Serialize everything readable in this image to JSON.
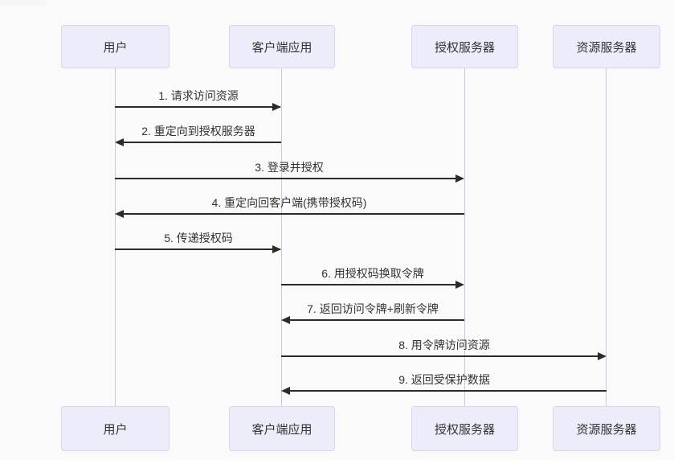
{
  "theme": {
    "background": "#fafafa",
    "actor_fill": "#ececfa",
    "actor_border": "#d6d6e8",
    "lifeline_color": "#c9c9de",
    "arrow_color": "#2b2b2b",
    "text_color": "#333333"
  },
  "diagram_type": "sequence",
  "actors": [
    {
      "label": "用户"
    },
    {
      "label": "客户端应用"
    },
    {
      "label": "授权服务器"
    },
    {
      "label": "资源服务器"
    }
  ],
  "messages": [
    {
      "label": "1. 请求访问资源",
      "from": "用户",
      "to": "客户端应用",
      "direction": "right"
    },
    {
      "label": "2. 重定向到授权服务器",
      "from": "客户端应用",
      "to": "用户",
      "direction": "left"
    },
    {
      "label": "3. 登录并授权",
      "from": "用户",
      "to": "授权服务器",
      "direction": "right"
    },
    {
      "label": "4. 重定向回客户端(携带授权码)",
      "from": "授权服务器",
      "to": "用户",
      "direction": "left"
    },
    {
      "label": "5. 传递授权码",
      "from": "用户",
      "to": "客户端应用",
      "direction": "right"
    },
    {
      "label": "6. 用授权码换取令牌",
      "from": "客户端应用",
      "to": "授权服务器",
      "direction": "right"
    },
    {
      "label": "7. 返回访问令牌+刷新令牌",
      "from": "授权服务器",
      "to": "客户端应用",
      "direction": "left"
    },
    {
      "label": "8. 用令牌访问资源",
      "from": "客户端应用",
      "to": "资源服务器",
      "direction": "right"
    },
    {
      "label": "9. 返回受保护数据",
      "from": "资源服务器",
      "to": "客户端应用",
      "direction": "left"
    }
  ]
}
